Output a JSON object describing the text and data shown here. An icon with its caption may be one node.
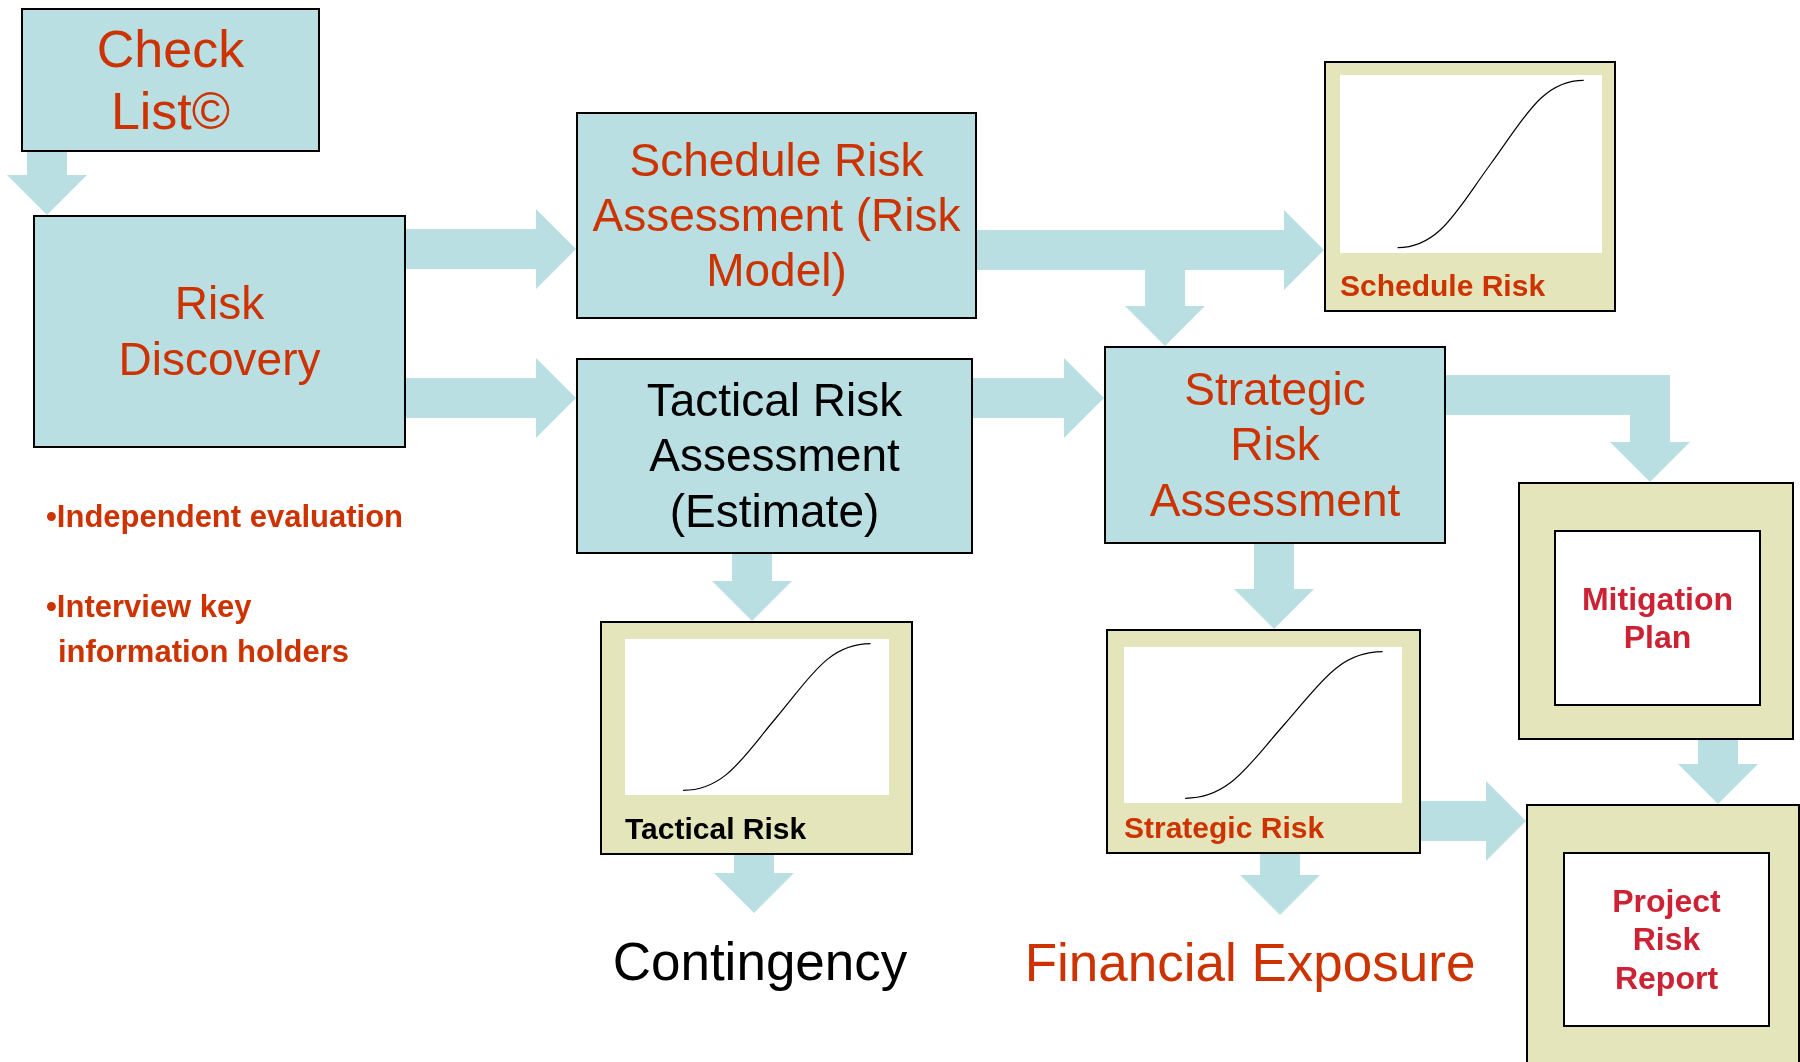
{
  "diagram": {
    "nodes": [
      {
        "text": [
          "Check List©"
        ]
      },
      {
        "text": [
          "Risk Discovery"
        ]
      },
      {
        "text": [
          "Schedule Risk Assessment (Risk Model)"
        ]
      },
      {
        "text": [
          "Tactical Risk Assessment (Estimate)"
        ]
      },
      {
        "text": [
          "Schedule Risk"
        ]
      },
      {
        "text": [
          "Strategic Risk Assessment"
        ]
      },
      {
        "text": [
          "Tactical Risk"
        ]
      },
      {
        "text": [
          "Strategic Risk"
        ]
      },
      {
        "text": [
          "Mitigation Plan"
        ]
      },
      {
        "text": [
          "Project Risk Report"
        ]
      },
      {
        "text": [
          "Contingency"
        ]
      },
      {
        "text": [
          "Financial Exposure"
        ]
      }
    ],
    "edges": [
      {
        "from": 0,
        "to": 1,
        "arrow": "to"
      },
      {
        "from": 1,
        "to": 2,
        "arrow": "to"
      },
      {
        "from": 1,
        "to": 3,
        "arrow": "to"
      },
      {
        "from": 2,
        "to": 4,
        "arrow": "to"
      },
      {
        "from": 2,
        "to": 5,
        "arrow": "to"
      },
      {
        "from": 3,
        "to": 5,
        "arrow": "to"
      },
      {
        "from": 3,
        "to": 6,
        "arrow": "to"
      },
      {
        "from": 5,
        "to": 8,
        "arrow": "to"
      },
      {
        "from": 5,
        "to": 7,
        "arrow": "to"
      },
      {
        "from": 6,
        "to": 10,
        "arrow": "to"
      },
      {
        "from": 7,
        "to": 11,
        "arrow": "to"
      },
      {
        "from": 7,
        "to": 9,
        "arrow": "to"
      },
      {
        "from": 8,
        "to": 9,
        "arrow": "to"
      }
    ],
    "labels": [
      "•Independent evaluation",
      "•Interview key information holders"
    ]
  }
}
